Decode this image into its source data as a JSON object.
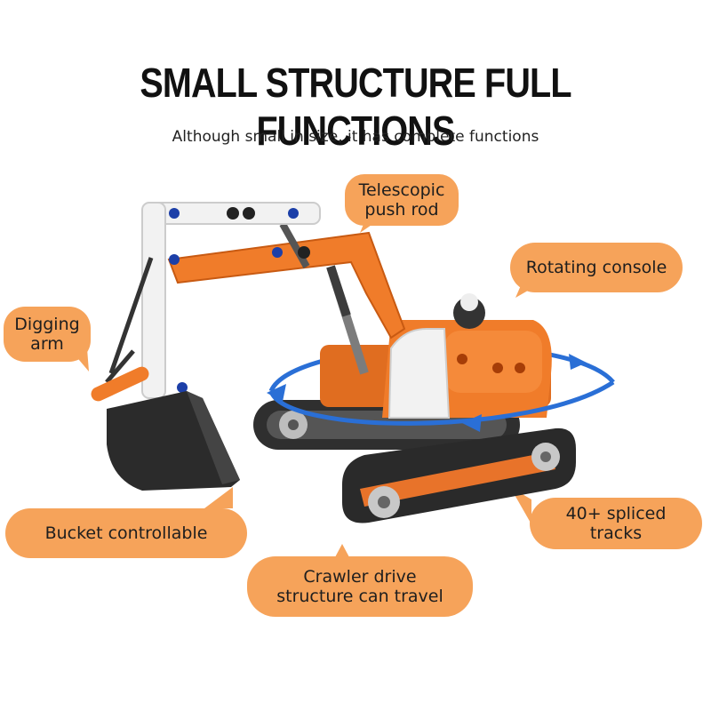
{
  "header": {
    "title": "SMALL STRUCTURE FULL FUNCTIONS",
    "subtitle": "Although small in size, it has complete functions"
  },
  "callouts": {
    "telescopic": "Telescopic\npush rod",
    "rotating": "Rotating console",
    "digging": "Digging\narm",
    "bucket": "Bucket controllable",
    "tracks": "40+ spliced tracks",
    "crawler": "Crawler drive\nstructure can travel"
  },
  "colors": {
    "accent": "#f6a35a",
    "body": "#f07c2a",
    "arm": "#eeeeee",
    "track": "#2a2a2a",
    "ring": "#2a6fd6"
  }
}
